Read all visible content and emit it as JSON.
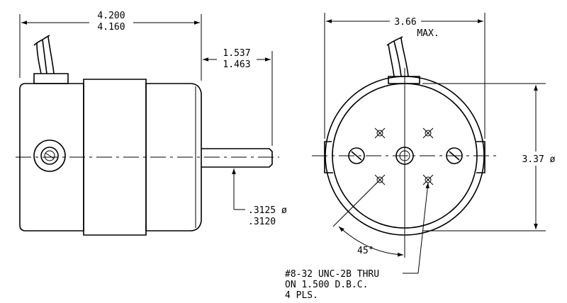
{
  "dimensions": {
    "overall_length_max": "4.200",
    "overall_length_min": "4.160",
    "shaft_extension_max": "1.537",
    "shaft_extension_min": "1.463",
    "shaft_diameter_max": ".3125 ø",
    "shaft_diameter_min": ".3120",
    "width_max_value": "3.66",
    "width_max_label": "MAX.",
    "body_diameter": "3.37 ø",
    "bolt_angle": "45°"
  },
  "note": {
    "line1": "#8-32 UNC-2B THRU",
    "line2": "ON 1.500 D.B.C.",
    "line3": "4 PLS."
  }
}
